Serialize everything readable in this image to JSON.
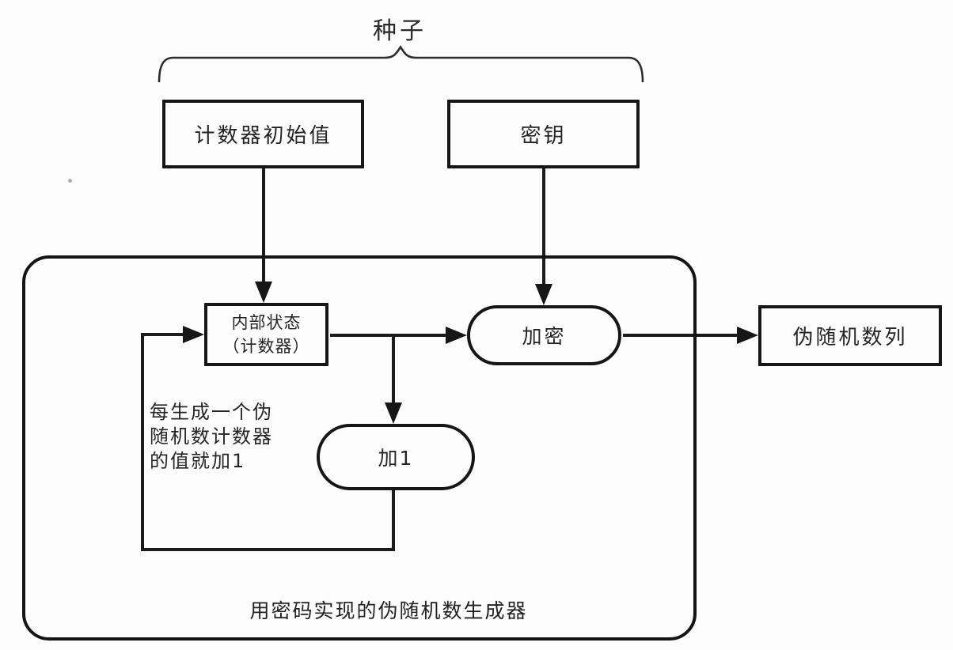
{
  "diagram": {
    "title": "用密码实现的伪随机数生成器",
    "background": "#fdfdfd",
    "stroke_color": "#1b1b1b",
    "seed_label": "种子",
    "nodes": {
      "counter_init": {
        "label": "计数器初始值",
        "shape": "rect"
      },
      "key": {
        "label": "密钥",
        "shape": "rect"
      },
      "internal_state": {
        "line1": "内部状态",
        "line2": "（计数器）",
        "shape": "rect"
      },
      "encrypt": {
        "label": "加密",
        "shape": "stadium"
      },
      "add1": {
        "label": "加1",
        "shape": "stadium"
      },
      "output": {
        "label": "伪随机数列",
        "shape": "rect"
      }
    },
    "loop_note": {
      "line1": "每生成一个伪",
      "line2": "随机数计数器",
      "line3": "的值就加1"
    },
    "container_label": "用密码实现的伪随机数生成器",
    "edges": [
      "counter_init -> internal_state",
      "key -> encrypt",
      "internal_state -> encrypt",
      "internal_state -> add1",
      "encrypt -> output",
      "add1 -> internal_state (loop)"
    ]
  }
}
